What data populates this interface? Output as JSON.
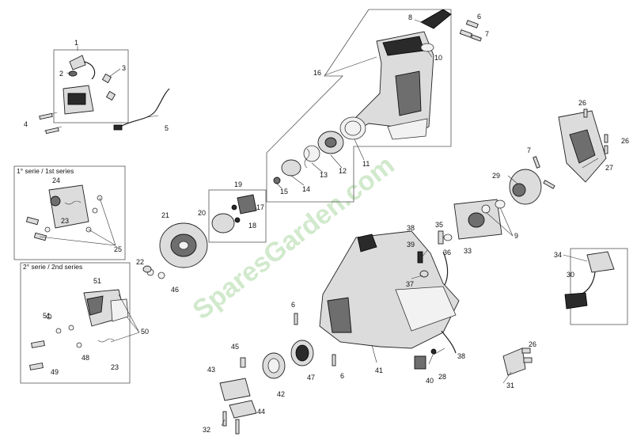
{
  "watermark": "SparesGarden.com",
  "box_labels": {
    "series1": "1° serie / 1st series",
    "series2": "2° serie / 2nd series"
  },
  "callouts": {
    "c1": "1",
    "c2": "2",
    "c3": "3",
    "c4": "4",
    "c5": "5",
    "c6a": "6",
    "c6b": "6",
    "c6c": "6",
    "c7a": "7",
    "c7b": "7",
    "c8": "8",
    "c9": "9",
    "c10": "10",
    "c11": "11",
    "c12": "12",
    "c13": "13",
    "c14": "14",
    "c15": "15",
    "c16": "16",
    "c17": "17",
    "c18": "18",
    "c19": "19",
    "c20": "20",
    "c21": "21",
    "c22": "22",
    "c23a": "23",
    "c23b": "23",
    "c24": "24",
    "c25": "25",
    "c26a": "26",
    "c26b": "26",
    "c26c": "26",
    "c27": "27",
    "c28": "28",
    "c29": "29",
    "c30": "30",
    "c31": "31",
    "c32": "32",
    "c33": "33",
    "c34": "34",
    "c35": "35",
    "c36": "36",
    "c37": "37",
    "c38a": "38",
    "c38b": "38",
    "c39": "39",
    "c40": "40",
    "c41": "41",
    "c42": "42",
    "c43": "43",
    "c44": "44",
    "c45": "45",
    "c46": "46",
    "c47": "47",
    "c48": "48",
    "c49": "49",
    "c50": "50",
    "c51a": "51",
    "c51b": "51"
  }
}
